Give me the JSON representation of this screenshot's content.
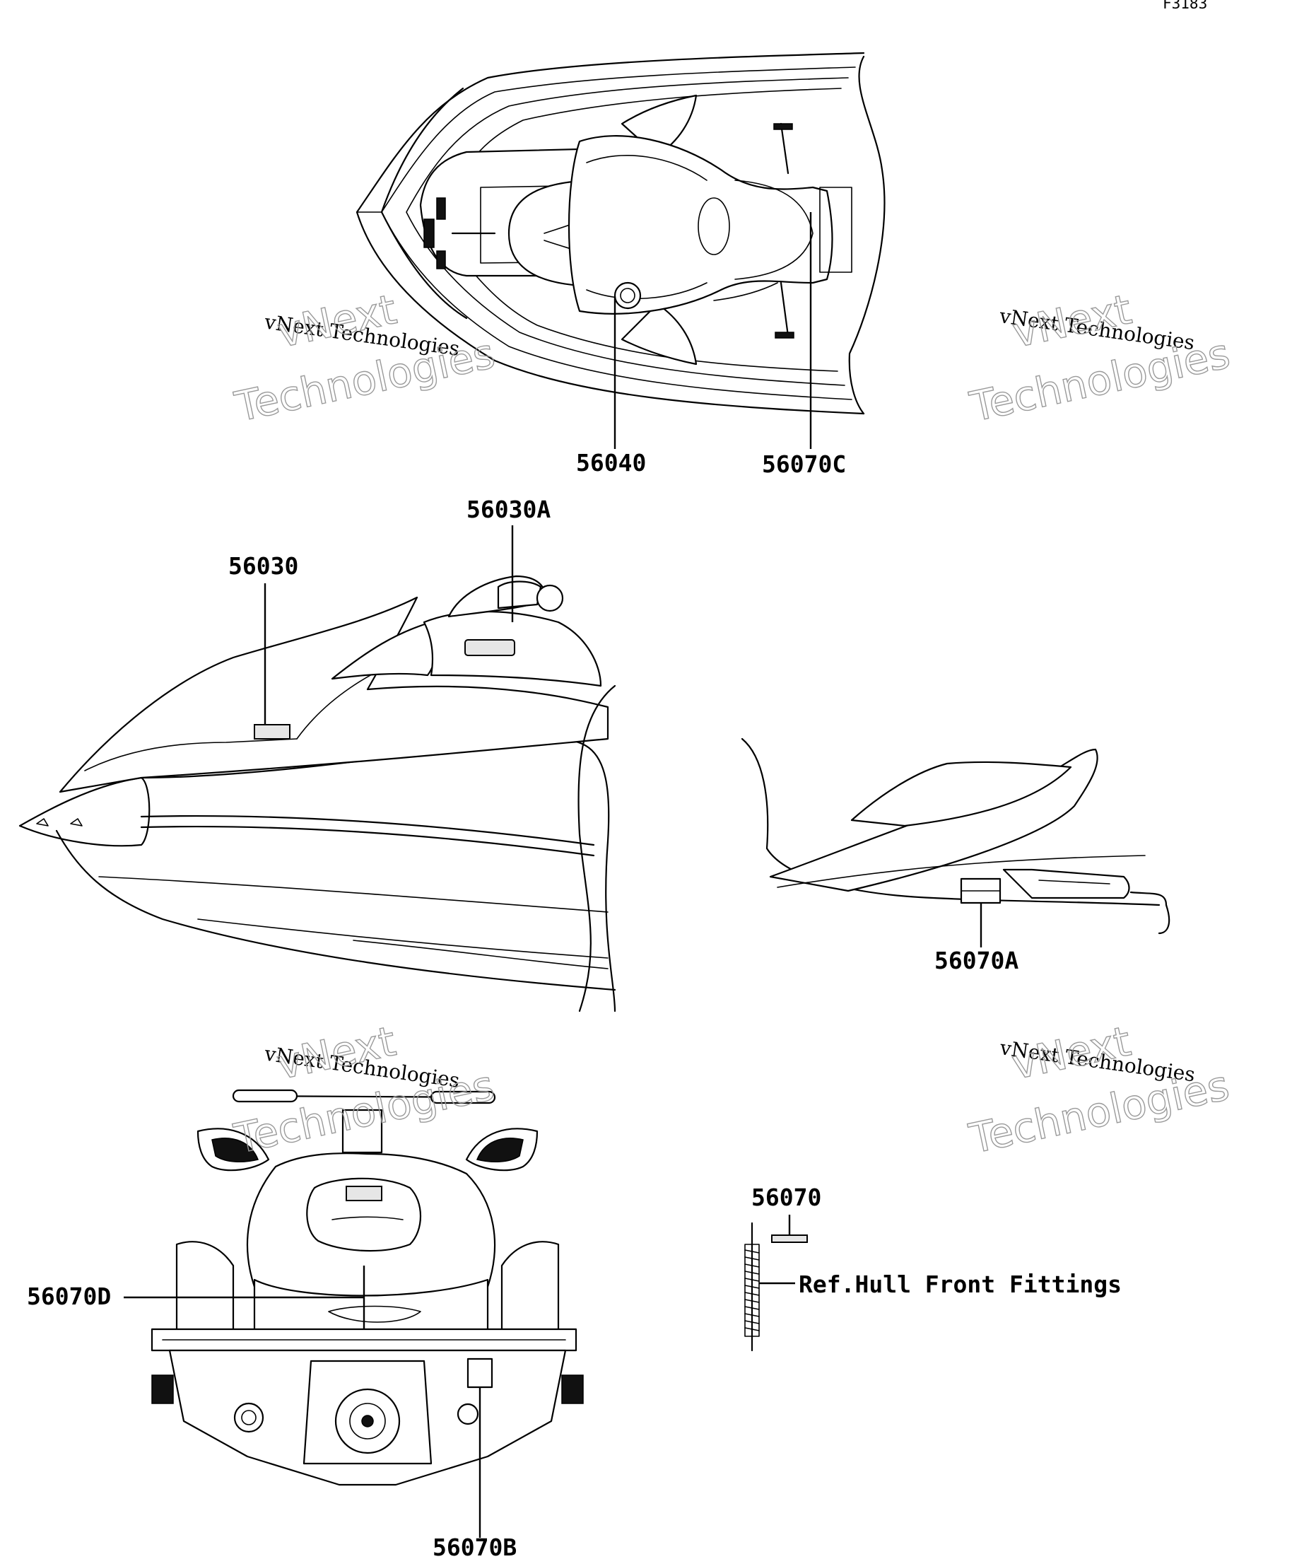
{
  "figure_code": "F3183",
  "callouts": {
    "c56040": "56040",
    "c56070C": "56070C",
    "c56030A": "56030A",
    "c56030": "56030",
    "c56070A": "56070A",
    "c56070": "56070",
    "c56070D": "56070D",
    "c56070B": "56070B"
  },
  "reference_note": "Ref.Hull Front Fittings",
  "watermark": {
    "line1": "vNext Technologies",
    "big_top": "vNext",
    "big_bottom": "Technologies"
  }
}
